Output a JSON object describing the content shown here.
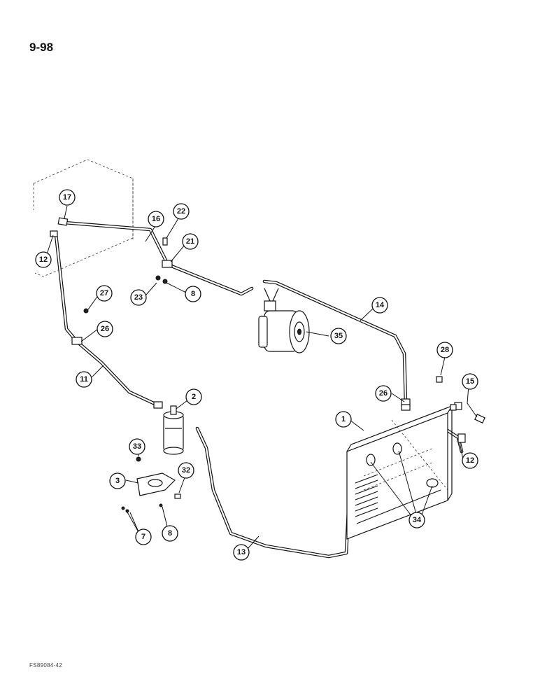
{
  "page": {
    "number": "9-98",
    "reference_code": "FS89084-42"
  },
  "callouts": [
    {
      "id": "c17",
      "label": "17"
    },
    {
      "id": "c12a",
      "label": "12"
    },
    {
      "id": "c16",
      "label": "16"
    },
    {
      "id": "c22",
      "label": "22"
    },
    {
      "id": "c21",
      "label": "21"
    },
    {
      "id": "c23",
      "label": "23"
    },
    {
      "id": "c8a",
      "label": "8"
    },
    {
      "id": "c27",
      "label": "27"
    },
    {
      "id": "c26a",
      "label": "26"
    },
    {
      "id": "c11",
      "label": "11"
    },
    {
      "id": "c14",
      "label": "14"
    },
    {
      "id": "c35",
      "label": "35"
    },
    {
      "id": "c28",
      "label": "28"
    },
    {
      "id": "c15",
      "label": "15"
    },
    {
      "id": "c26b",
      "label": "26"
    },
    {
      "id": "c1",
      "label": "1"
    },
    {
      "id": "c12b",
      "label": "12"
    },
    {
      "id": "c2",
      "label": "2"
    },
    {
      "id": "c33",
      "label": "33"
    },
    {
      "id": "c3",
      "label": "3"
    },
    {
      "id": "c32",
      "label": "32"
    },
    {
      "id": "c7",
      "label": "7"
    },
    {
      "id": "c8b",
      "label": "8"
    },
    {
      "id": "c34",
      "label": "34"
    },
    {
      "id": "c13",
      "label": "13"
    }
  ]
}
